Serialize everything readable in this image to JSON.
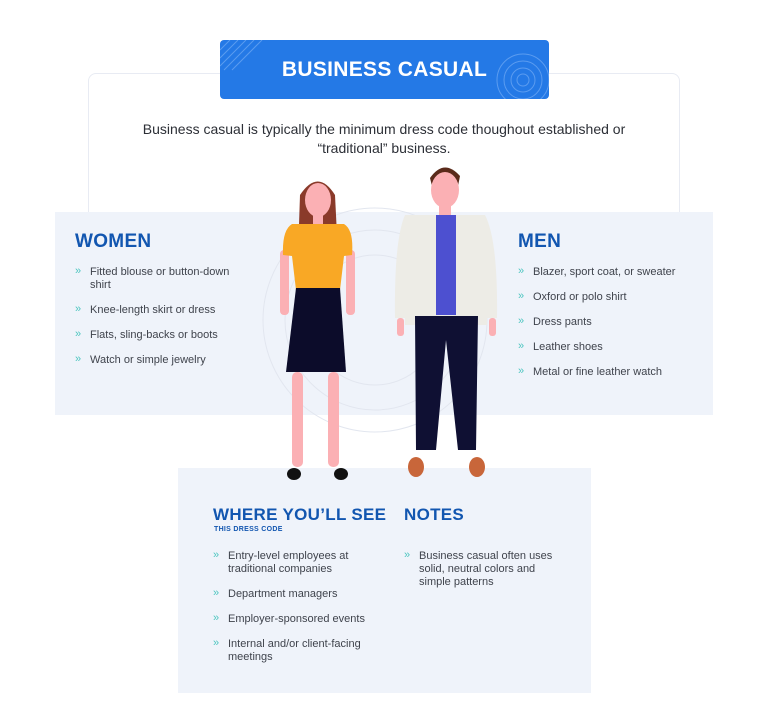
{
  "title": "BUSINESS CASUAL",
  "intro": "Business casual is typically the minimum dress code thoughout established or “traditional” business.",
  "women": {
    "heading": "WOMEN",
    "items": [
      "Fitted blouse or button-down shirt",
      "Knee-length skirt or dress",
      "Flats, sling-backs or boots",
      "Watch or simple jewelry"
    ]
  },
  "men": {
    "heading": "MEN",
    "items": [
      "Blazer, sport coat, or sweater",
      "Oxford or polo shirt",
      "Dress pants",
      "Leather shoes",
      "Metal or fine leather watch"
    ]
  },
  "where": {
    "heading": "WHERE YOU’LL SEE",
    "subheading": "THIS DRESS CODE",
    "items": [
      "Entry-level employees at traditional companies",
      "Department managers",
      "Employer-sponsored events",
      "Internal and/or client-facing meetings"
    ]
  },
  "notes": {
    "heading": "NOTES",
    "items": [
      "Business casual often uses solid, neutral colors and simple patterns"
    ]
  },
  "bullet": "»",
  "colors": {
    "banner": "#2479e6",
    "heading": "#1256b0",
    "panel": "#eff3fa",
    "bullet": "#4fc6c0"
  }
}
